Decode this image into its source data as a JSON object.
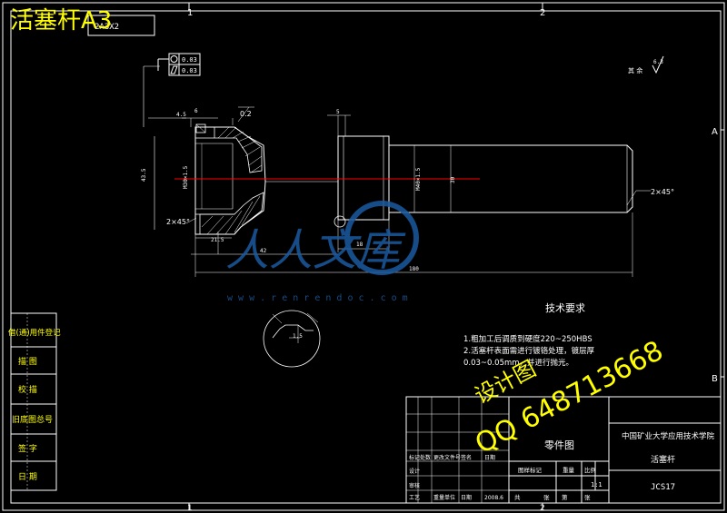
{
  "file_title": "活塞杆A3",
  "drawing_code_box": "2A3X2",
  "zone_numbers": {
    "top": [
      "1",
      "2"
    ],
    "bottom": [
      "1",
      "2"
    ]
  },
  "zone_letters": [
    "A",
    "B"
  ],
  "left_column": [
    "借(通)用件登记",
    "描 图",
    "校 描",
    "旧底图总号",
    "签 字",
    "日 期"
  ],
  "tolerance_frame": {
    "row1": "0.03",
    "row2": "0.03"
  },
  "roughness_note": "其 余",
  "roughness_value": "6.3",
  "chamfer_labels": [
    "2×45°",
    "2×45°"
  ],
  "surface_label": "0.2",
  "section_dim": "1.5",
  "dimension_texts": [
    "M30×1.5",
    "M40×1.5",
    "30",
    "5",
    "6",
    "43.5",
    "18",
    "21.5",
    "180",
    "4.5",
    "42"
  ],
  "tech_req": {
    "title": "技术要求",
    "items": [
      "1.粗加工后调质到硬度220~250HBS",
      "2.活塞杆表面需进行镀铬处理，镀层厚",
      "0.03~0.05mm，并进行抛光。"
    ]
  },
  "watermark": {
    "text": "人人文库",
    "url": "w w w . r e n r e n d o c . c o m"
  },
  "stamp": {
    "line1": "QQ 648713668",
    "line2": "设计图"
  },
  "title_block": {
    "part_type": "零件图",
    "school": "中国矿业大学应用技术学院",
    "part_name": "活塞杆",
    "drawing_no": "JCS17",
    "scale": "1:1",
    "small_labels": [
      "标记",
      "处数",
      "更改文件号",
      "签名",
      "日期",
      "设计",
      "审核",
      "工艺",
      "日期",
      "2008.6",
      "图样标记",
      "重量",
      "比例",
      "共",
      "张",
      "第",
      "张",
      "重量单位"
    ]
  },
  "colors": {
    "background": "#000000",
    "frame": "#ffffff",
    "text_yellow": "#ffff00",
    "center_line": "#ff0000",
    "watermark": "#1a5aa0",
    "dim_text": "#ffffff"
  }
}
